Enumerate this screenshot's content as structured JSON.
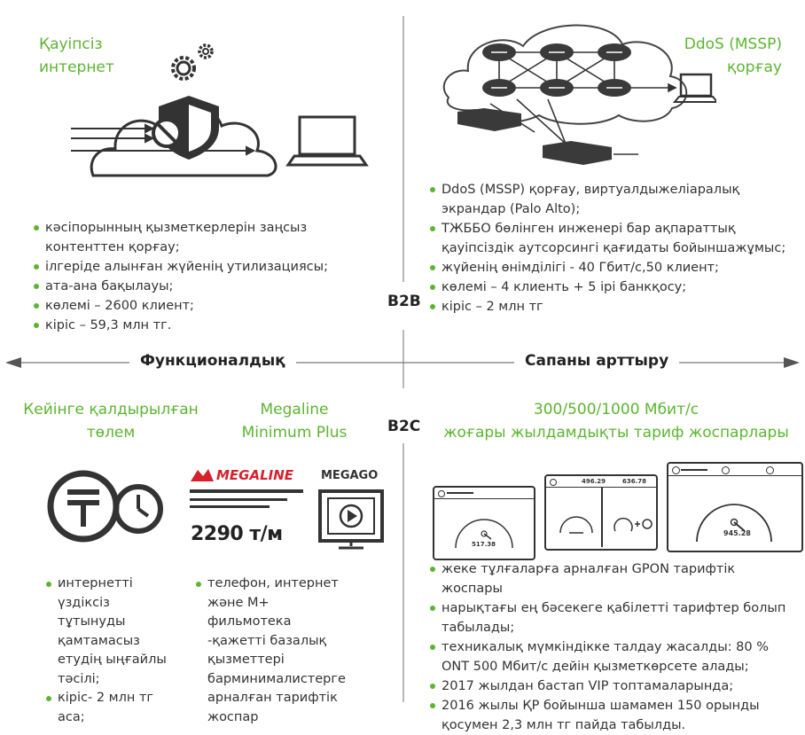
{
  "q1": {
    "heading": [
      "Қауіпсіз",
      "интернет"
    ],
    "bullets": [
      "кәсіпорынның қызметкерлерін заңсыз контенттен қорғау;",
      "ілгеріде алынған жүйенің утилизациясы;",
      "ата-ана бақылауы;",
      "көлемі – 2600 клиент;",
      "кіріс – 59,3 млн тг."
    ]
  },
  "q2": {
    "heading": [
      "DdoS (MSSP)",
      "қорғау"
    ],
    "bullets": [
      "DdoS (MSSP) қорғау, виртуалдыжеліаралық экрандар (Palo Alto);",
      "ТЖББО бөлінген инженері бар ақпараттық қауіпсіздік аутсорсингі қағидаты бойыншажұмыс;",
      "жүйенің өнімділігі - 40 Гбит/с,50 клиент;",
      "көлемі – 4 клиенть + 5 ірі банкқосу;",
      "кіріс – 2 млн тг"
    ]
  },
  "center": {
    "b2b": "B2B",
    "b2c": "B2C",
    "left_axis": "Функционалдық",
    "right_axis": "Сапаны арттыру"
  },
  "q3": {
    "heading_left": [
      "Кейінге қалдырылған",
      "төлем"
    ],
    "heading_right": [
      "Megaline",
      "Minimum Plus"
    ],
    "megaline_logo": "MEGALINE",
    "megago_logo": "MEGAGO",
    "price": "2290 т/м",
    "bullets_left": [
      "интернетті үздіксіз тұтынуды қамтамасыз етудің ыңғайлы тәсілі;",
      "кіріс- 2 млн тг аса;"
    ],
    "bullets_right": [
      "телефон, интернет және М+ фильмотека -қажетті базалық қызметтері барминималистерге арналған тарифтік жоспар"
    ]
  },
  "q4": {
    "heading": [
      "300/500/1000 Мбит/с",
      "жоғары жылдамдықты тариф жоспарлары"
    ],
    "speed_small": "517.38",
    "speed_mid_1": "496.29",
    "speed_mid_2": "636.78",
    "speed_large": "945.28",
    "bullets": [
      "жеке тұлғаларға арналған GPON  тарифтік жоспары",
      "нарықтағы ең бәсекеге қабілетті тарифтер болып табылады;",
      "техникалық мүмкіндікке талдау жасалды: 80 % ONT 500 Мбит/с  дейін қызметкөрсете алады;",
      "2017 жылдан бастап VIP топтамаларында;",
      "2016 жылы ҚР бойынша шамамен 150 орынды қосумен 2,3 млн тг пайда табылды."
    ]
  },
  "colors": {
    "accent": "#5cb531",
    "dark": "#3a3a3a"
  }
}
